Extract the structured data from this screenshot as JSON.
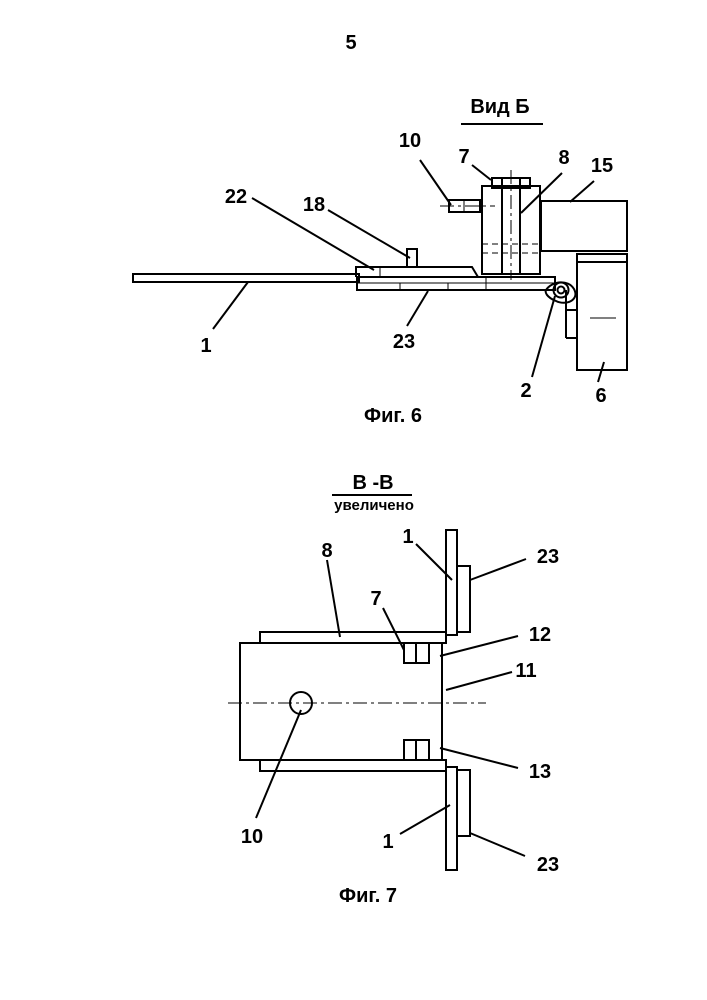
{
  "page_number": "5",
  "fig6": {
    "view_title": "Вид Б",
    "caption": "Фиг. 6",
    "labels": {
      "l10": "10",
      "l7": "7",
      "l8": "8",
      "l15": "15",
      "l22": "22",
      "l18": "18",
      "l1": "1",
      "l23": "23",
      "l2": "2",
      "l6": "6"
    }
  },
  "fig7": {
    "section_title": "В -В",
    "section_subtitle": "увеличено",
    "caption": "Фиг. 7",
    "labels": {
      "l8": "8",
      "l7": "7",
      "l1_top": "1",
      "l23_top": "23",
      "l12": "12",
      "l11": "11",
      "l10": "10",
      "l13": "13",
      "l1_bottom": "1",
      "l23_bottom": "23"
    }
  }
}
